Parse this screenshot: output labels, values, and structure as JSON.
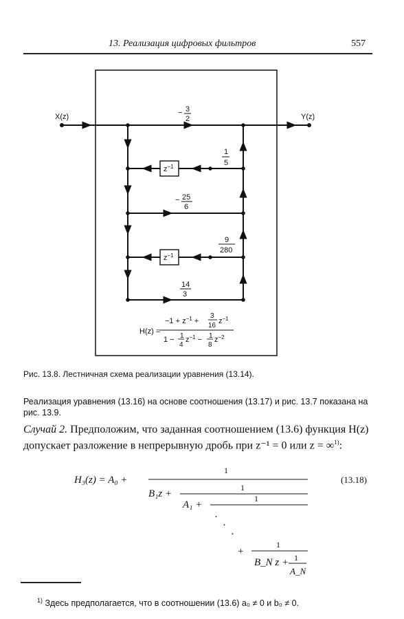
{
  "header": {
    "title": "13. Реализация цифровых фильтров",
    "page_number": "557"
  },
  "figure": {
    "input_label": "X(z)",
    "output_label": "Y(z)",
    "delay_label": "z",
    "delay_exp": "−1",
    "coef1_sign": "−",
    "coef1_num": "3",
    "coef1_den": "2",
    "coef2_num": "1",
    "coef2_den": "5",
    "coef3_sign": "−",
    "coef3_num": "25",
    "coef3_den": "6",
    "coef4_num": "9",
    "coef4_den": "280",
    "coef5_num": "14",
    "coef5_den": "3",
    "tf_lhs": "H(z) =",
    "tf_num_a": "−1 + z",
    "tf_num_a_exp": "−1",
    "tf_num_b": "+",
    "tf_num_c_num": "3",
    "tf_num_c_den": "16",
    "tf_num_d": "z",
    "tf_num_d_exp": "−1",
    "tf_den_a": "1 −",
    "tf_den_b_num": "1",
    "tf_den_b_den": "4",
    "tf_den_c": "z",
    "tf_den_c_exp": "−1",
    "tf_den_d": "−",
    "tf_den_e_num": "1",
    "tf_den_e_den": "8",
    "tf_den_f": "z",
    "tf_den_f_exp": "−2"
  },
  "caption": "Рис. 13.8. Лестничная схема реализации уравнения (13.14).",
  "body1": "Реализация уравнения (13.16) на основе соотношения (13.17) и рис. 13.7 показана на рис. 13.9.",
  "body2": {
    "lead": "Случай 2.",
    "text": " Предположим, что заданная соотношением (13.6) функция H(z) допускает разложение в непрерывную дробь при z⁻¹ = 0 или z = ∞",
    "fnref": "1)",
    "end": ":"
  },
  "equation": {
    "lhs": "H₃(z) = A₀ +",
    "one": "1",
    "l1": "B₁z +",
    "l2": "A₁ +",
    "dots": "·",
    "plus": "+",
    "last": "B_N z +",
    "last_num": "1",
    "last_den": "A_N",
    "number": "(13.18)"
  },
  "footnote": {
    "mark": "1)",
    "text": " Здесь предполагается, что в соотношении (13.6) a₀ ≠ 0 и b₀ ≠ 0."
  }
}
